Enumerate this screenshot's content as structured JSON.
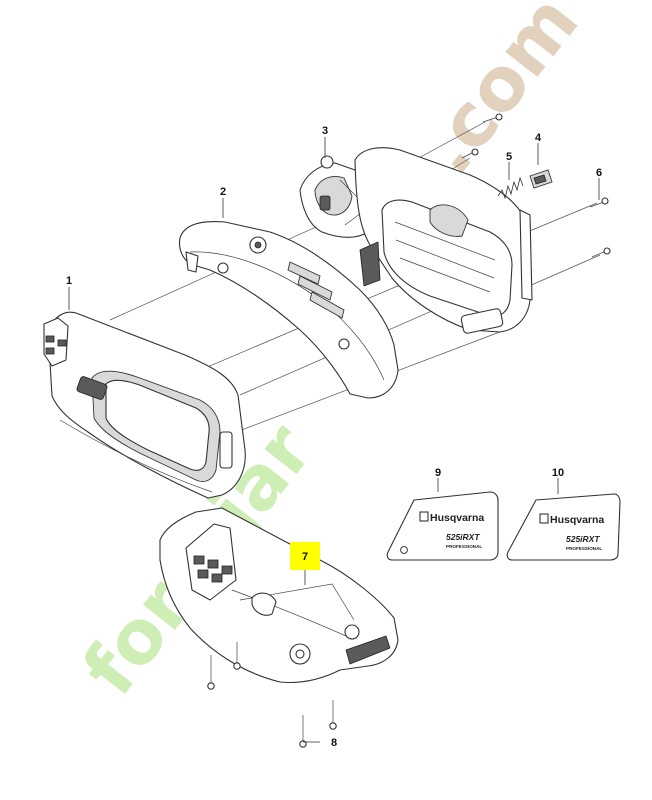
{
  "callouts": [
    "1",
    "2",
    "3",
    "4",
    "5",
    "6",
    "7",
    "8",
    "9",
    "10"
  ],
  "decals": {
    "left": {
      "brand": "Husqvarna",
      "model": "525iRXT",
      "tag": "PROFESSIONAL"
    },
    "right": {
      "brand": "Husqvarna",
      "model": "525iRXT",
      "tag": "PROFESSIONAL"
    }
  },
  "watermark": {
    "part1": "forêtjar",
    "part2": "in.com"
  },
  "colors": {
    "highlight": "#ffff00",
    "watermark_green": "#a6e07a",
    "watermark_brown": "#c8ab86",
    "line": "#333333"
  }
}
